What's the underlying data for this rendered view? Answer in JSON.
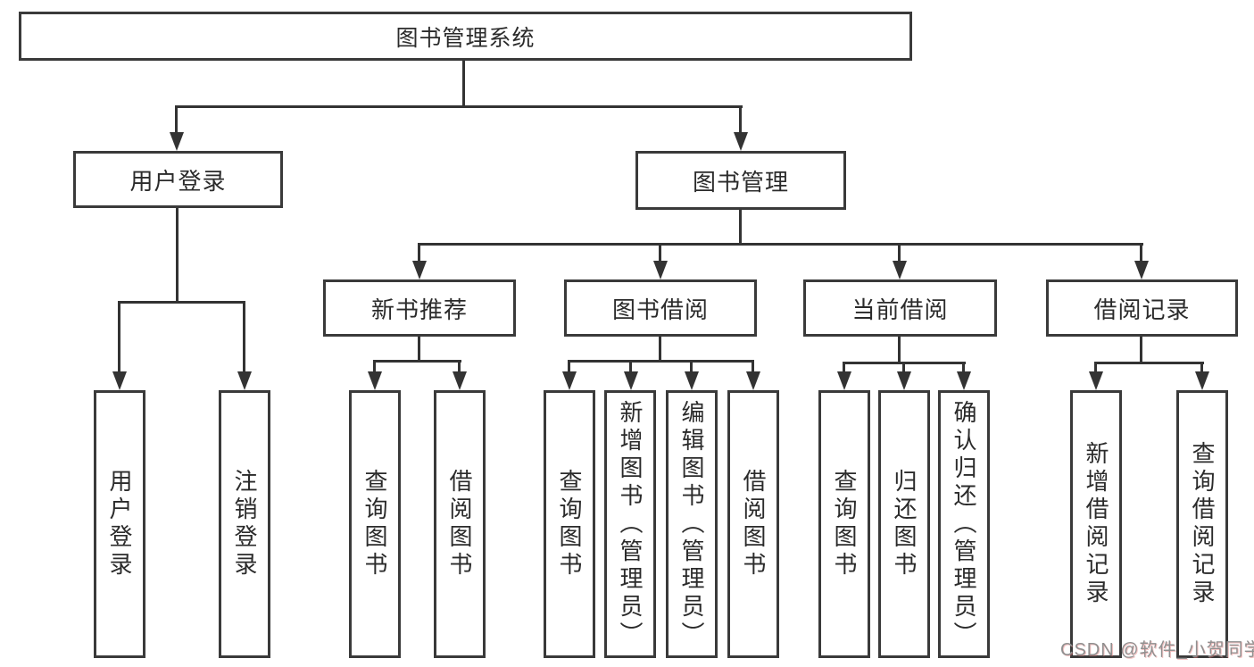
{
  "diagram": {
    "title_node": {
      "label": "图书管理系统"
    },
    "level2": [
      {
        "label": "用户登录"
      },
      {
        "label": "图书管理"
      }
    ],
    "level3": [
      {
        "label": "新书推荐",
        "parent": "图书管理"
      },
      {
        "label": "图书借阅",
        "parent": "图书管理"
      },
      {
        "label": "当前借阅",
        "parent": "图书管理"
      },
      {
        "label": "借阅记录",
        "parent": "图书管理"
      }
    ],
    "leaves": [
      {
        "label": "用户登录",
        "parent": "用户登录"
      },
      {
        "label": "注销登录",
        "parent": "用户登录"
      },
      {
        "label": "查询图书",
        "parent": "新书推荐"
      },
      {
        "label": "借阅图书",
        "parent": "新书推荐"
      },
      {
        "label": "查询图书",
        "parent": "图书借阅"
      },
      {
        "label": "新增图书（管理员）",
        "parent": "图书借阅"
      },
      {
        "label": "编辑图书（管理员）",
        "parent": "图书借阅"
      },
      {
        "label": "借阅图书",
        "parent": "图书借阅"
      },
      {
        "label": "查询图书",
        "parent": "当前借阅"
      },
      {
        "label": "归还图书",
        "parent": "当前借阅"
      },
      {
        "label": "确认归还（管理员）",
        "parent": "当前借阅"
      },
      {
        "label": "新增借阅记录",
        "parent": "借阅记录"
      },
      {
        "label": "查询借阅记录",
        "parent": "借阅记录"
      }
    ]
  },
  "watermark": {
    "text": "CSDN @软件_小贺同学"
  },
  "colors": {
    "background": "#ffffff",
    "line": "#333333",
    "box_border": "#3a3a3a",
    "text": "#2b2b2b",
    "watermark": "#909090"
  }
}
